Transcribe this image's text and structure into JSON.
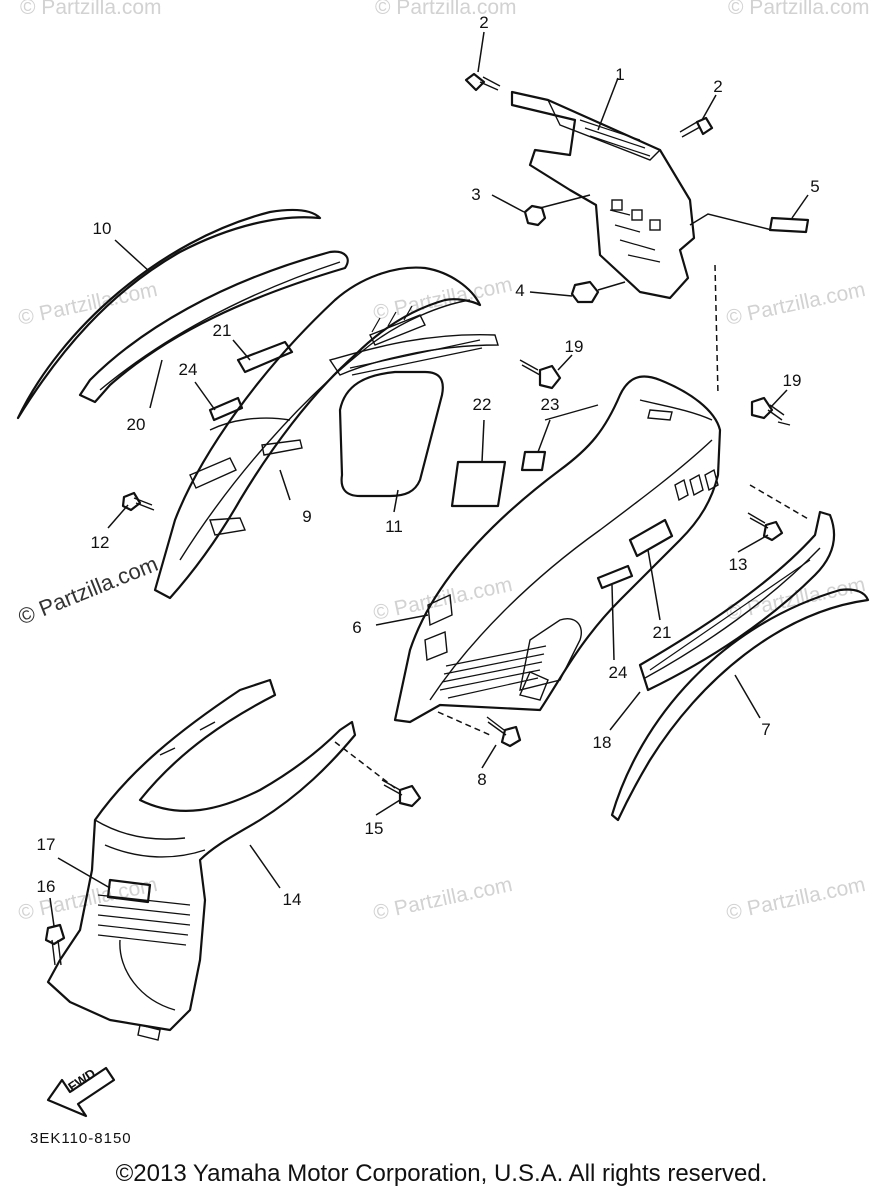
{
  "watermark": "© Partzilla.com",
  "diagram_code": "3EK110-8150",
  "copyright": "©2013 Yamaha Motor Corporation, U.S.A. All rights reserved.",
  "fwd_label": "FWD",
  "callouts": {
    "c1": "1",
    "c2a": "2",
    "c2b": "2",
    "c3": "3",
    "c4": "4",
    "c5": "5",
    "c6": "6",
    "c7": "7",
    "c8": "8",
    "c9": "9",
    "c10": "10",
    "c11": "11",
    "c12": "12",
    "c13": "13",
    "c14": "14",
    "c15": "15",
    "c16": "16",
    "c17": "17",
    "c18": "18",
    "c19a": "19",
    "c19b": "19",
    "c20": "20",
    "c21a": "21",
    "c21b": "21",
    "c22": "22",
    "c23": "23",
    "c24a": "24",
    "c24b": "24"
  }
}
